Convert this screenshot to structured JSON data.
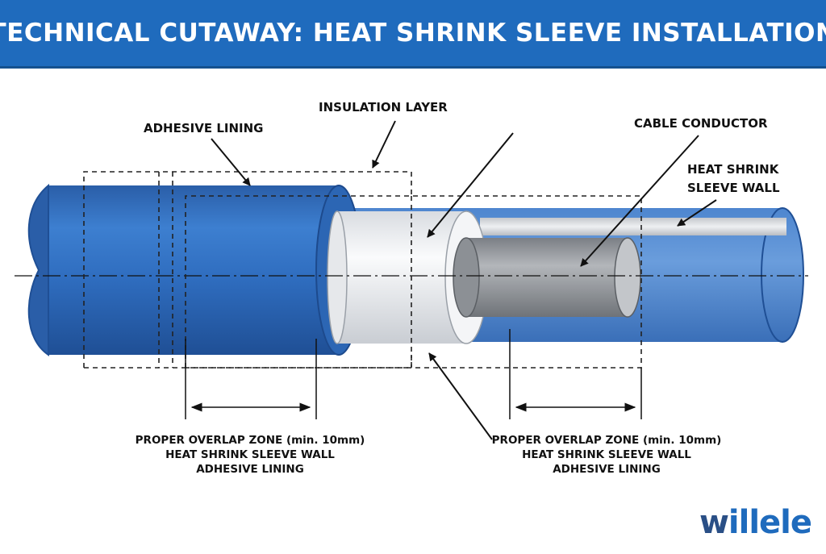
{
  "title": "TECHNICAL CUTAWAY: HEAT SHRINK SLEEVE INSTALLATION",
  "callouts": {
    "adhesive_lining": "ADHESIVE LINING",
    "insulation_layer": "INSULATION LAYER",
    "cable_conductor": "CABLE CONDUCTOR",
    "sleeve_wall_line1": "HEAT SHRINK",
    "sleeve_wall_line2": "SLEEVE WALL"
  },
  "zones": {
    "left": {
      "line1": "PROPER OVERLAP ZONE (min. 10mm)",
      "line2": "HEAT SHRINK SLEEVE WALL",
      "line3": "ADHESIVE LINING"
    },
    "right": {
      "line1": "PROPER OVERLAP ZONE (min. 10mm)",
      "line2": "HEAT SHRINK SLEEVE WALL",
      "line3": "ADHESIVE LINING"
    }
  },
  "logo": {
    "prefix": "w",
    "rest": "illele"
  },
  "colors": {
    "title_bar": "#1f6bbd",
    "sleeve_blue": "#2f6ec0",
    "insulation": "#f1f2f4",
    "conductor": "#9b9ea3"
  }
}
